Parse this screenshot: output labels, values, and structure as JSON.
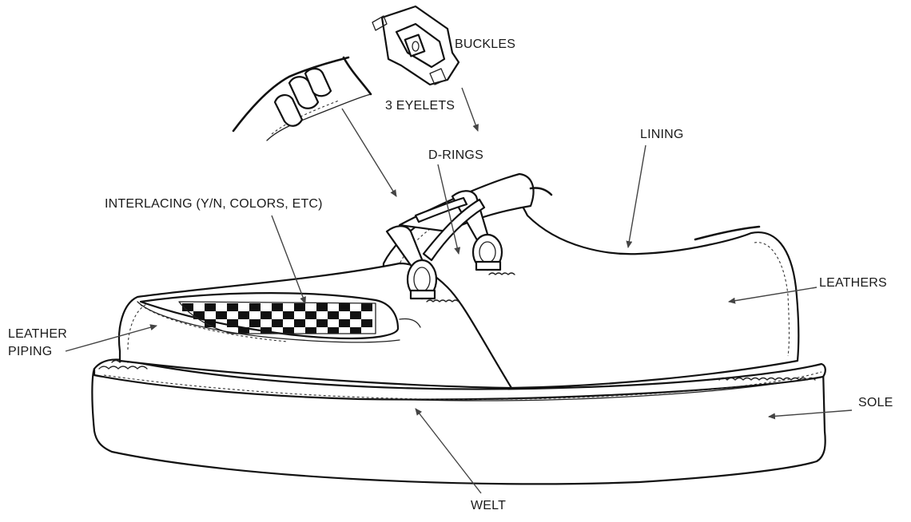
{
  "labels": {
    "buckles": "BUCKLES",
    "eyelets": "3 EYELETS",
    "lining": "LINING",
    "d_rings": "D-RINGS",
    "interlacing": "INTERLACING (Y/N, COLORS, ETC)",
    "leathers": "LEATHERS",
    "leather_piping_line1": "LEATHER",
    "leather_piping_line2": "PIPING",
    "sole": "SOLE",
    "welt": "WELT"
  },
  "colors": {
    "ink": "#111111",
    "background": "#ffffff",
    "label_text": "#1a1a1a"
  }
}
